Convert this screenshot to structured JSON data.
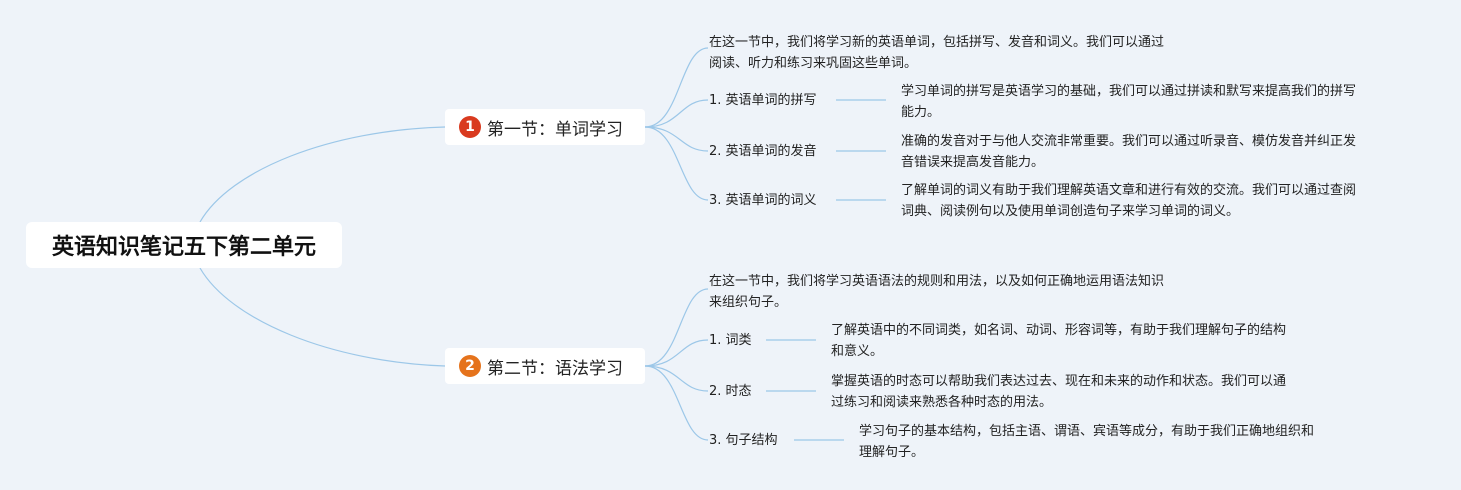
{
  "root": {
    "title": "英语知识笔记五下第二单元"
  },
  "sections": [
    {
      "number": "1",
      "badge_color": "#d93a1f",
      "title": "第一节：单词学习",
      "intro": [
        "在这一节中，我们将学习新的英语单词，包括拼写、发音和词义。我们可以通过",
        "阅读、听力和练习来巩固这些单词。"
      ],
      "items": [
        {
          "label": "1. 英语单词的拼写",
          "detail": [
            "学习单词的拼写是英语学习的基础，我们可以通过拼读和默写来提高我们的拼写",
            "能力。"
          ]
        },
        {
          "label": "2. 英语单词的发音",
          "detail": [
            "准确的发音对于与他人交流非常重要。我们可以通过听录音、模仿发音并纠正发",
            "音错误来提高发音能力。"
          ]
        },
        {
          "label": "3. 英语单词的词义",
          "detail": [
            "了解单词的词义有助于我们理解英语文章和进行有效的交流。我们可以通过查阅",
            "词典、阅读例句以及使用单词创造句子来学习单词的词义。"
          ]
        }
      ]
    },
    {
      "number": "2",
      "badge_color": "#e5731c",
      "title": "第二节：语法学习",
      "intro": [
        "在这一节中，我们将学习英语语法的规则和用法，以及如何正确地运用语法知识",
        "来组织句子。"
      ],
      "items": [
        {
          "label": "1. 词类",
          "detail": [
            "了解英语中的不同词类，如名词、动词、形容词等，有助于我们理解句子的结构",
            "和意义。"
          ]
        },
        {
          "label": "2. 时态",
          "detail": [
            "掌握英语的时态可以帮助我们表达过去、现在和未来的动作和状态。我们可以通",
            "过练习和阅读来熟悉各种时态的用法。"
          ]
        },
        {
          "label": "3. 句子结构",
          "detail": [
            "学习句子的基本结构，包括主语、谓语、宾语等成分，有助于我们正确地组织和",
            "理解句子。"
          ]
        }
      ]
    }
  ]
}
